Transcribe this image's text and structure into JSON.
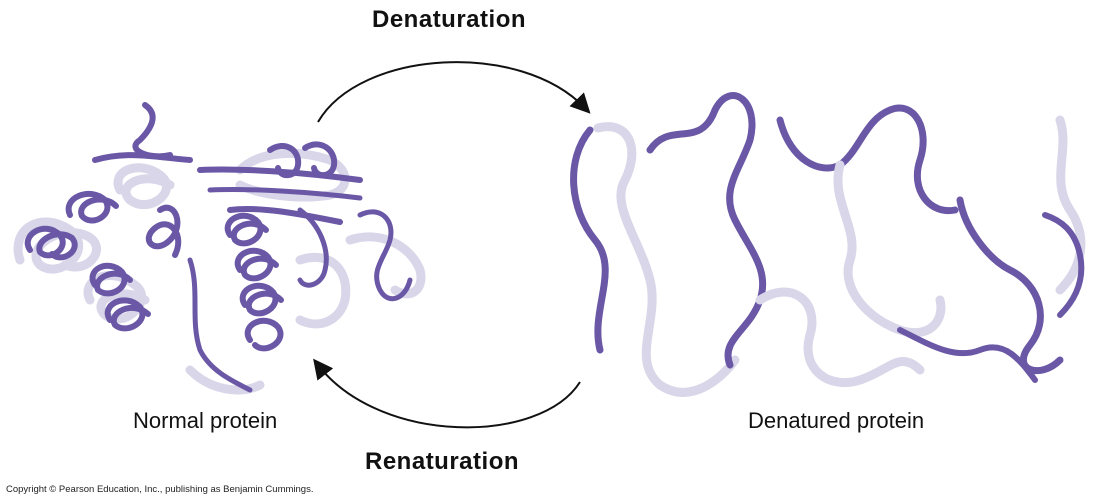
{
  "diagram": {
    "process_forward": "Denaturation",
    "process_reverse": "Renaturation",
    "state_left": "Normal protein",
    "state_right": "Denatured protein",
    "copyright": "Copyright © Pearson Education, Inc., publishing as Benjamin Cummings."
  },
  "colors": {
    "ribbon_dark": "#6a58a6",
    "ribbon_light": "#d8d6e8",
    "arrow": "#111111"
  }
}
